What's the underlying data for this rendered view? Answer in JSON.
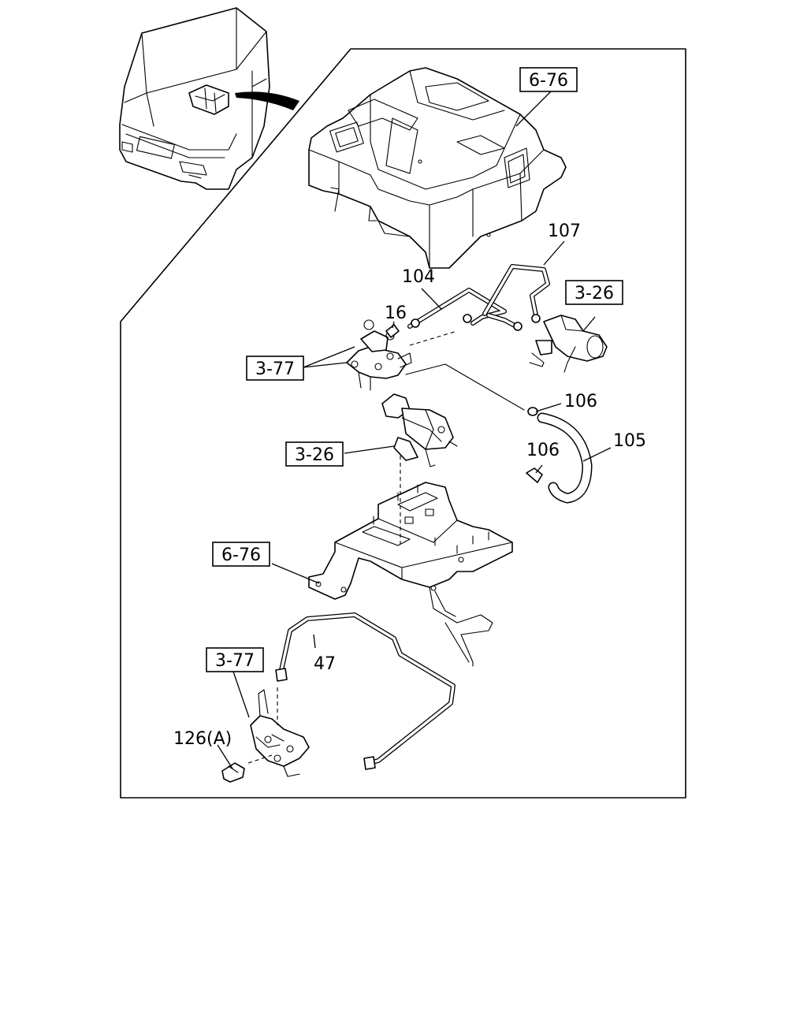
{
  "labels": {
    "ref_6_76_top": "6-76",
    "ref_6_76_bottom": "6-76",
    "ref_3_26_right": "3-26",
    "ref_3_26_center": "3-26",
    "ref_3_77_mid": "3-77",
    "ref_3_77_bottom": "3-77",
    "part_107": "107",
    "part_104": "104",
    "part_16": "16",
    "part_106_a": "106",
    "part_106_b": "106",
    "part_105": "105",
    "part_47": "47",
    "part_126a": "126(A)"
  }
}
